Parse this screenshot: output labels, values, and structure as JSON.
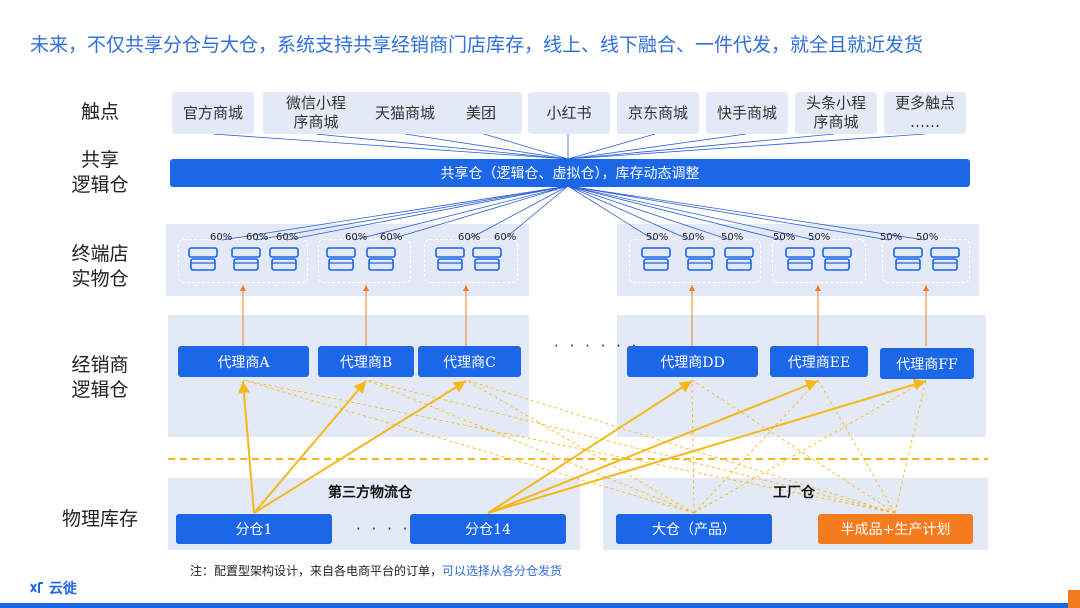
{
  "title": "未来，不仅共享分仓与大仓，系统支持共享经销商门店库存，线上、线下融合、一件代发，就全且就近发货",
  "row_labels": {
    "touch": "触点",
    "shared": "共享\n逻辑仓",
    "terminal": "终端店\n实物仓",
    "dealer": "经销商\n逻辑仓",
    "physical": "物理库存"
  },
  "touchpoints": [
    "官方商城",
    "微信小程\n序商城",
    "天猫商城",
    "美团",
    "小红书",
    "京东商城",
    "快手商城",
    "头条小程\n序商城",
    "更多触点\n……"
  ],
  "shared_bar": "共享仓（逻辑仓、虚拟仓），库存动态调整",
  "percent_left": [
    "60%",
    "60%",
    "60%",
    "60%",
    "60%",
    "60%",
    "60%"
  ],
  "percent_right": [
    "50%",
    "50%",
    "50%",
    "50%",
    "50%",
    "50%",
    "50%"
  ],
  "ellipsis_mid": "· · · · · ·",
  "dealers": [
    "代理商A",
    "代理商B",
    "代理商C",
    "代理商DD",
    "代理商EE",
    "代理商FF"
  ],
  "section_labels": {
    "third_party": "第三方物流仓",
    "factory": "工厂仓"
  },
  "warehouses": {
    "w1": "分仓1",
    "dots": "· · · · · ·",
    "w14": "分仓14",
    "big": "大仓（产品）",
    "semi": "半成品+生产计划"
  },
  "note": {
    "prefix": "注：配置型架构设计，来自各电商平台的订单，",
    "highlight": "可以选择从各分仓发货"
  },
  "logo": "云徙",
  "colors": {
    "blue": "#1c66e8",
    "panel": "#e3e9f7",
    "orange": "#f47b20",
    "gold": "#f5b81a",
    "title": "#2f6fdc"
  }
}
